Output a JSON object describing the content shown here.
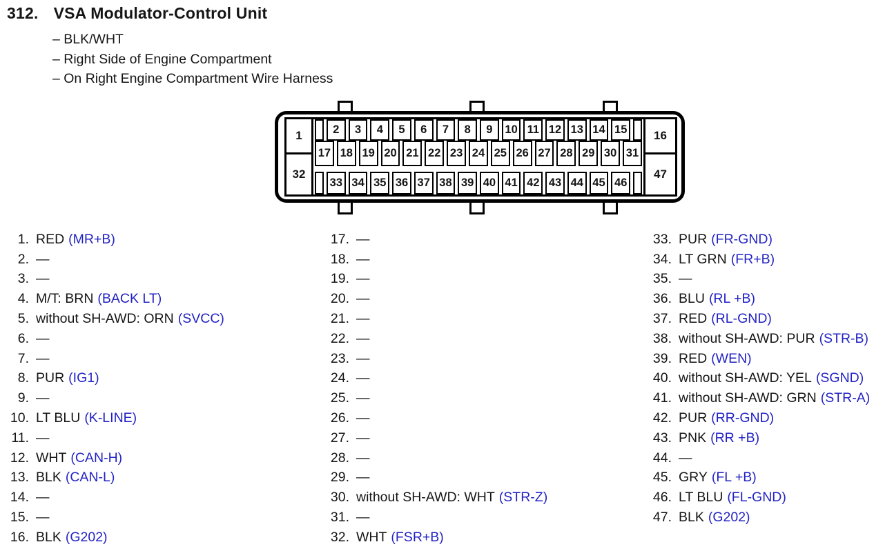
{
  "header": {
    "number": "312.",
    "title": "VSA Modulator-Control Unit",
    "details": [
      "– BLK/WHT",
      "– Right Side of Engine Compartment",
      "– On Right Engine Compartment Wire Harness"
    ]
  },
  "connector": {
    "corner_cells": {
      "top_left": "1",
      "bottom_left": "32",
      "top_right": "16",
      "bottom_right": "47"
    },
    "row1": [
      "2",
      "3",
      "4",
      "5",
      "6",
      "7",
      "8",
      "9",
      "10",
      "11",
      "12",
      "13",
      "14",
      "15"
    ],
    "row2": [
      "17",
      "18",
      "19",
      "20",
      "21",
      "22",
      "23",
      "24",
      "25",
      "26",
      "27",
      "28",
      "29",
      "30",
      "31"
    ],
    "row3": [
      "33",
      "34",
      "35",
      "36",
      "37",
      "38",
      "39",
      "40",
      "41",
      "42",
      "43",
      "44",
      "45",
      "46"
    ]
  },
  "pin_columns": [
    [
      {
        "n": "1.",
        "t": "RED",
        "s": "(MR+B)"
      },
      {
        "n": "2.",
        "t": "—",
        "s": ""
      },
      {
        "n": "3.",
        "t": "—",
        "s": ""
      },
      {
        "n": "4.",
        "t": "M/T: BRN",
        "s": "(BACK LT)"
      },
      {
        "n": "5.",
        "t": "without SH-AWD: ORN",
        "s": "(SVCC)"
      },
      {
        "n": "6.",
        "t": "—",
        "s": ""
      },
      {
        "n": "7.",
        "t": "—",
        "s": ""
      },
      {
        "n": "8.",
        "t": "PUR",
        "s": "(IG1)"
      },
      {
        "n": "9.",
        "t": "—",
        "s": ""
      },
      {
        "n": "10.",
        "t": "LT BLU",
        "s": "(K-LINE)"
      },
      {
        "n": "11.",
        "t": "—",
        "s": ""
      },
      {
        "n": "12.",
        "t": "WHT",
        "s": "(CAN-H)"
      },
      {
        "n": "13.",
        "t": "BLK",
        "s": "(CAN-L)"
      },
      {
        "n": "14.",
        "t": "—",
        "s": ""
      },
      {
        "n": "15.",
        "t": "—",
        "s": ""
      },
      {
        "n": "16.",
        "t": "BLK",
        "s": "(G202)"
      }
    ],
    [
      {
        "n": "17.",
        "t": "—",
        "s": ""
      },
      {
        "n": "18.",
        "t": "—",
        "s": ""
      },
      {
        "n": "19.",
        "t": "—",
        "s": ""
      },
      {
        "n": "20.",
        "t": "—",
        "s": ""
      },
      {
        "n": "21.",
        "t": "—",
        "s": ""
      },
      {
        "n": "22.",
        "t": "—",
        "s": ""
      },
      {
        "n": "23.",
        "t": "—",
        "s": ""
      },
      {
        "n": "24.",
        "t": "—",
        "s": ""
      },
      {
        "n": "25.",
        "t": "—",
        "s": ""
      },
      {
        "n": "26.",
        "t": "—",
        "s": ""
      },
      {
        "n": "27.",
        "t": "—",
        "s": ""
      },
      {
        "n": "28.",
        "t": "—",
        "s": ""
      },
      {
        "n": "29.",
        "t": "—",
        "s": ""
      },
      {
        "n": "30.",
        "t": "without SH-AWD: WHT",
        "s": "(STR-Z)"
      },
      {
        "n": "31.",
        "t": "—",
        "s": ""
      },
      {
        "n": "32.",
        "t": "WHT",
        "s": "(FSR+B)"
      }
    ],
    [
      {
        "n": "33.",
        "t": "PUR",
        "s": "(FR-GND)"
      },
      {
        "n": "34.",
        "t": "LT GRN",
        "s": "(FR+B)"
      },
      {
        "n": "35.",
        "t": "—",
        "s": ""
      },
      {
        "n": "36.",
        "t": "BLU",
        "s": "(RL +B)"
      },
      {
        "n": "37.",
        "t": "RED",
        "s": "(RL-GND)"
      },
      {
        "n": "38.",
        "t": "without SH-AWD: PUR",
        "s": "(STR-B)"
      },
      {
        "n": "39.",
        "t": "RED",
        "s": "(WEN)"
      },
      {
        "n": "40.",
        "t": "without SH-AWD: YEL",
        "s": "(SGND)"
      },
      {
        "n": "41.",
        "t": "without SH-AWD: GRN",
        "s": "(STR-A)"
      },
      {
        "n": "42.",
        "t": "PUR",
        "s": "(RR-GND)"
      },
      {
        "n": "43.",
        "t": "PNK",
        "s": "(RR +B)"
      },
      {
        "n": "44.",
        "t": "—",
        "s": ""
      },
      {
        "n": "45.",
        "t": "GRY",
        "s": "(FL +B)"
      },
      {
        "n": "46.",
        "t": "LT BLU",
        "s": "(FL-GND)"
      },
      {
        "n": "47.",
        "t": "BLK",
        "s": "(G202)"
      }
    ]
  ],
  "colors": {
    "signal_blue": "#2222c4",
    "text_black": "#151515",
    "line_black": "#000000",
    "background": "#ffffff"
  }
}
